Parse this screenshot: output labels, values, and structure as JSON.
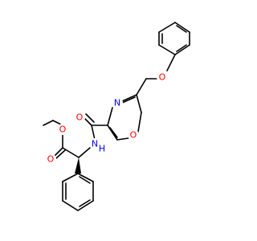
{
  "molecule": {
    "atoms": {
      "ether_oxygen": "O",
      "oxazole_nitrogen": "N",
      "oxazole_oxygen": "O",
      "carbonyl_oxygen": "O",
      "amide_nitrogen": "N",
      "amide_hydrogen": "H",
      "ester_oxygen": "O",
      "ester_carbonyl_oxygen": "O"
    }
  },
  "colors": {
    "bond": "#000000",
    "oxygen": "#ff0000",
    "nitrogen": "#0000ff",
    "background": "#ffffff"
  }
}
